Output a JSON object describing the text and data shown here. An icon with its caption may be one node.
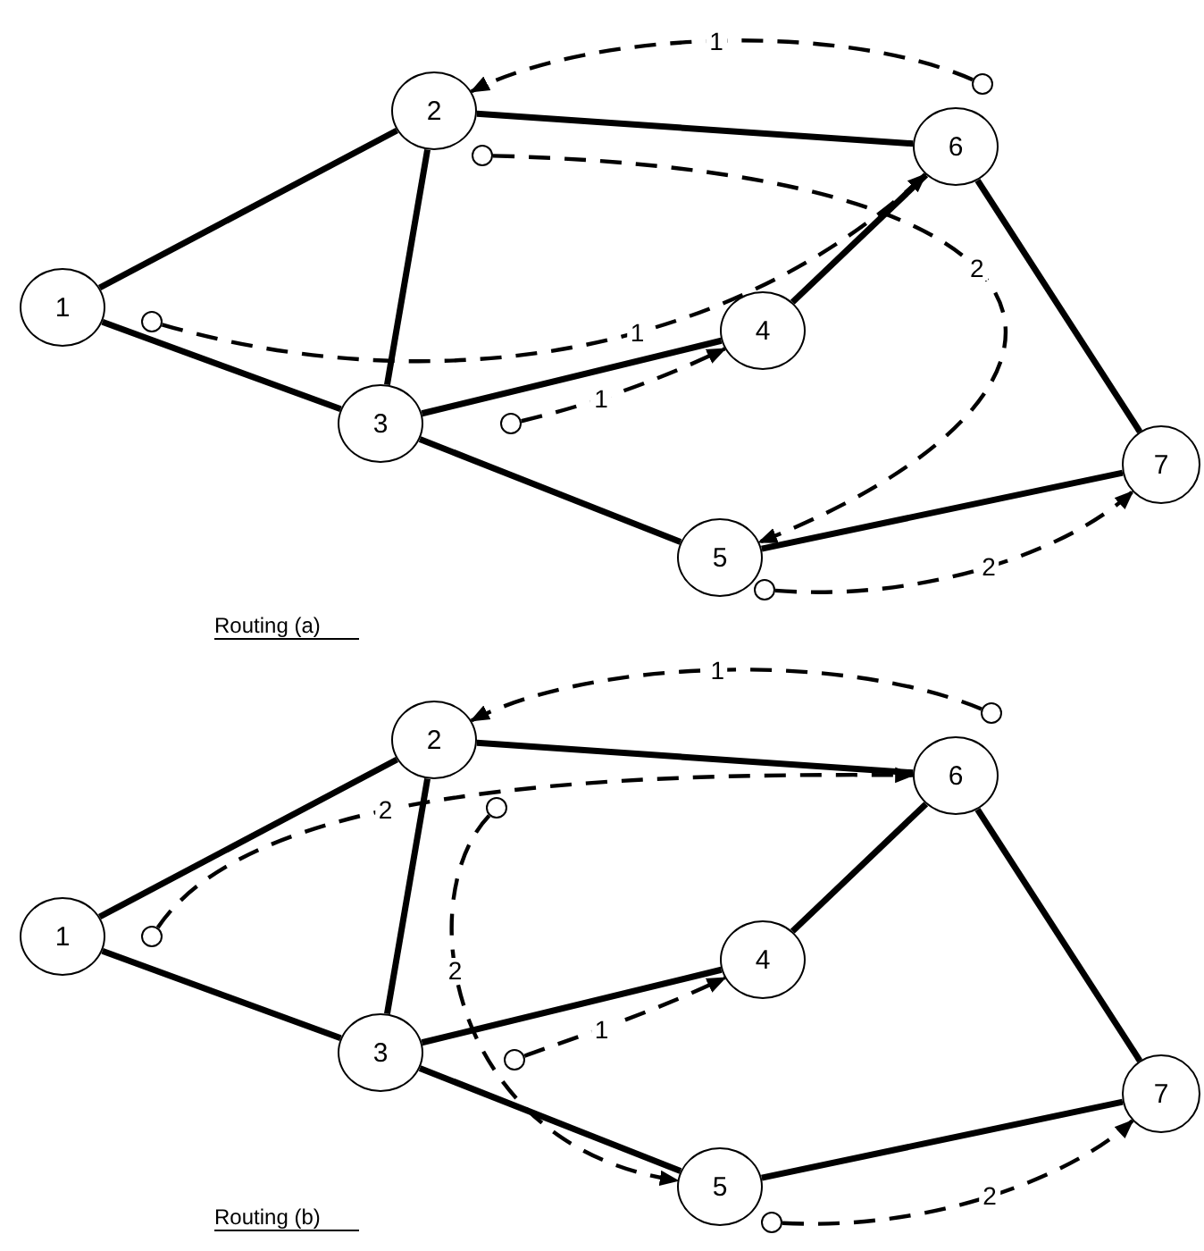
{
  "diagram": {
    "nodes": [
      {
        "text": [
          "1"
        ]
      },
      {
        "text": [
          "2"
        ]
      },
      {
        "text": [
          "3"
        ]
      },
      {
        "text": [
          "4"
        ]
      },
      {
        "text": [
          "5"
        ]
      },
      {
        "text": [
          "6"
        ]
      },
      {
        "text": [
          "7"
        ]
      },
      {
        "text": [],
        "shape": "circle"
      },
      {
        "text": [],
        "shape": "circle"
      },
      {
        "text": [],
        "shape": "circle"
      },
      {
        "text": [],
        "shape": "circle"
      },
      {
        "text": [],
        "shape": "circle"
      },
      {
        "text": [
          "1"
        ]
      },
      {
        "text": [
          "2"
        ]
      },
      {
        "text": [
          "3"
        ]
      },
      {
        "text": [
          "4"
        ]
      },
      {
        "text": [
          "5"
        ]
      },
      {
        "text": [
          "6"
        ]
      },
      {
        "text": [
          "7"
        ]
      },
      {
        "text": [],
        "shape": "circle"
      },
      {
        "text": [],
        "shape": "circle"
      },
      {
        "text": [],
        "shape": "circle"
      },
      {
        "text": [],
        "shape": "circle"
      },
      {
        "text": [],
        "shape": "circle"
      }
    ],
    "edges": [
      {
        "from": 0,
        "to": 1,
        "arrow": "none"
      },
      {
        "from": 0,
        "to": 2,
        "arrow": "none"
      },
      {
        "from": 1,
        "to": 2,
        "arrow": "none"
      },
      {
        "from": 1,
        "to": 5,
        "arrow": "none"
      },
      {
        "from": 2,
        "to": 3,
        "arrow": "none"
      },
      {
        "from": 2,
        "to": 4,
        "arrow": "none"
      },
      {
        "from": 3,
        "to": 5,
        "arrow": "none"
      },
      {
        "from": 4,
        "to": 6,
        "arrow": "none"
      },
      {
        "from": 5,
        "to": 6,
        "arrow": "none"
      },
      {
        "from": 7,
        "to": 1,
        "arrow": "to",
        "label": "1",
        "style": "dashed"
      },
      {
        "from": 8,
        "to": 4,
        "arrow": "to",
        "label": "2",
        "style": "dashed"
      },
      {
        "from": 9,
        "to": 5,
        "arrow": "to",
        "label": "1",
        "style": "dashed"
      },
      {
        "from": 10,
        "to": 3,
        "arrow": "to",
        "label": "1",
        "style": "dashed"
      },
      {
        "from": 11,
        "to": 6,
        "arrow": "to",
        "label": "2",
        "style": "dashed"
      },
      {
        "from": 12,
        "to": 13,
        "arrow": "none"
      },
      {
        "from": 12,
        "to": 14,
        "arrow": "none"
      },
      {
        "from": 13,
        "to": 14,
        "arrow": "none"
      },
      {
        "from": 13,
        "to": 17,
        "arrow": "none"
      },
      {
        "from": 14,
        "to": 15,
        "arrow": "none"
      },
      {
        "from": 14,
        "to": 16,
        "arrow": "none"
      },
      {
        "from": 15,
        "to": 17,
        "arrow": "none"
      },
      {
        "from": 16,
        "to": 18,
        "arrow": "none"
      },
      {
        "from": 17,
        "to": 18,
        "arrow": "none"
      },
      {
        "from": 19,
        "to": 13,
        "arrow": "to",
        "label": "1",
        "style": "dashed"
      },
      {
        "from": 20,
        "to": 16,
        "arrow": "to",
        "label": "2",
        "style": "dashed"
      },
      {
        "from": 21,
        "to": 17,
        "arrow": "to",
        "label": "2",
        "style": "dashed"
      },
      {
        "from": 22,
        "to": 15,
        "arrow": "to",
        "label": "1",
        "style": "dashed"
      },
      {
        "from": 23,
        "to": 18,
        "arrow": "to",
        "label": "2",
        "style": "dashed"
      }
    ],
    "labels": [
      "Routing (a)",
      "Routing (b)"
    ]
  }
}
